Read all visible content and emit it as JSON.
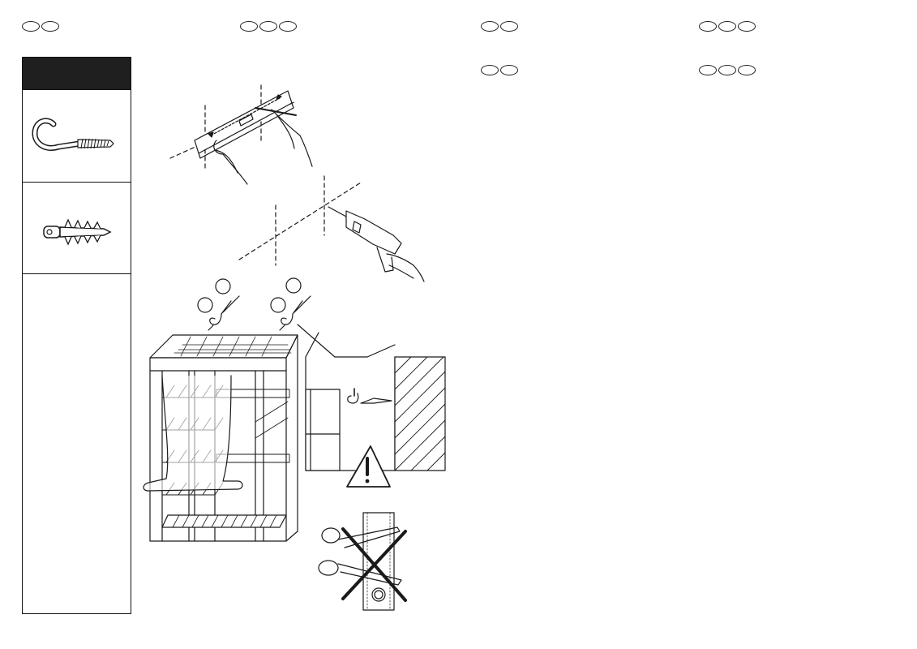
{
  "document": {
    "language_pill_groups": [
      {
        "id": "top-1",
        "count": 2
      },
      {
        "id": "top-2",
        "count": 3
      },
      {
        "id": "top-3",
        "count": 2
      },
      {
        "id": "top-4",
        "count": 3
      },
      {
        "id": "mid-3",
        "count": 2
      },
      {
        "id": "mid-4",
        "count": 3
      }
    ],
    "parts": [
      {
        "icon": "screw-hook-icon"
      },
      {
        "icon": "wall-plug-icon"
      }
    ],
    "steps": [
      {
        "icon": "spirit-level-marking-icon"
      },
      {
        "icon": "drill-icon"
      },
      {
        "icon": "cabinet-wall-anchoring-icon"
      },
      {
        "icon": "warning-triangle-icon"
      },
      {
        "icon": "do-not-cut-strap-icon"
      }
    ],
    "colors": {
      "ink": "#1a1a1a",
      "header_fill": "#1f1f1f"
    }
  }
}
